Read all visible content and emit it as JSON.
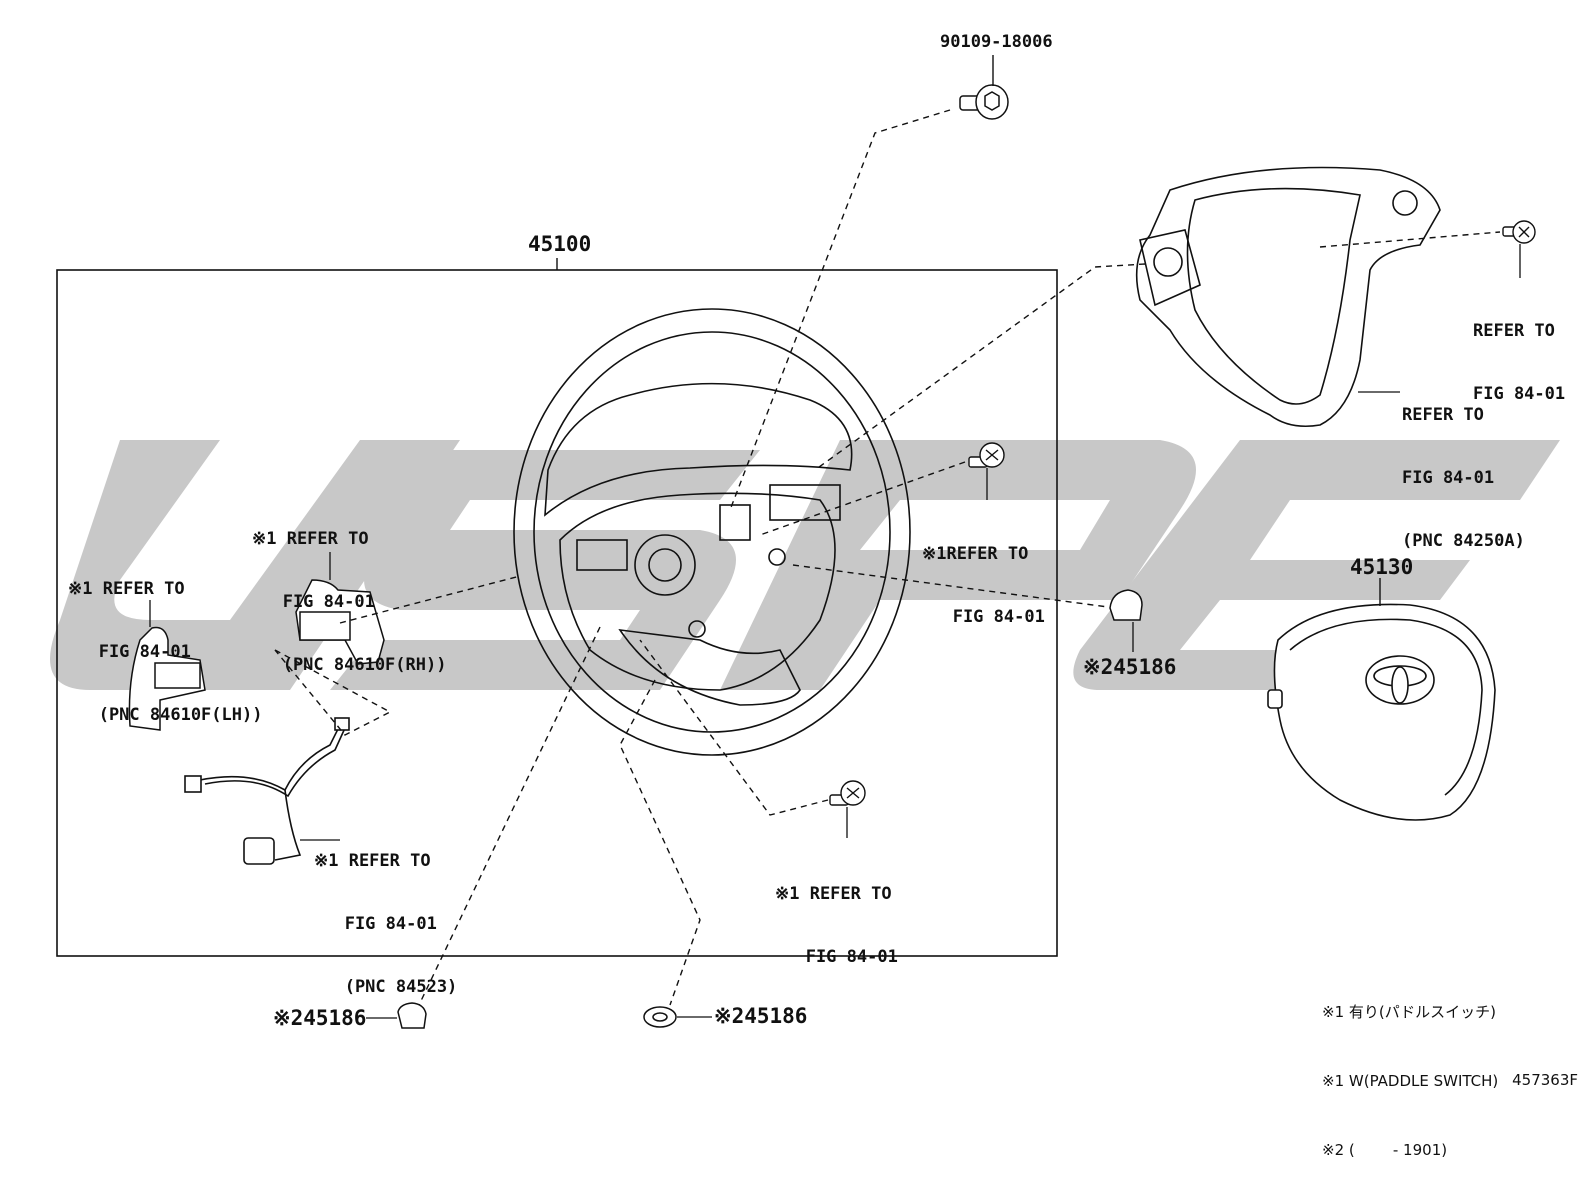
{
  "diagram": {
    "watermark_text": "uSpec",
    "parts": {
      "p45100": "45100",
      "p45130": "45130",
      "bolt_top": "90109-18006",
      "cap_right": "※245186",
      "cap_bottom_left": "※245186",
      "cap_bottom_mid": "※245186"
    },
    "callouts": {
      "paddle_lh": [
        "※1 REFER TO",
        "   FIG 84-01",
        "   (PNC 84610F(LH))"
      ],
      "paddle_rh": [
        "※1 REFER TO",
        "   FIG 84-01",
        "   (PNC 84610F(RH))"
      ],
      "wire_harness": [
        "※1 REFER TO",
        "   FIG 84-01",
        "   (PNC 84523)"
      ],
      "screw_right": [
        "※1REFER TO",
        "   FIG 84-01"
      ],
      "screw_bottom": [
        "※1 REFER TO",
        "   FIG 84-01"
      ],
      "screw_switch": [
        "REFER TO",
        "FIG 84-01"
      ],
      "switch_cover": [
        "REFER TO",
        "FIG 84-01",
        "(PNC 84250A)"
      ]
    },
    "legend": [
      "※1 有り(パドルスイッチ)",
      "※1 W(PADDLE SWITCH)",
      "※2 (        - 1901)"
    ],
    "figure_id": "457363F"
  }
}
